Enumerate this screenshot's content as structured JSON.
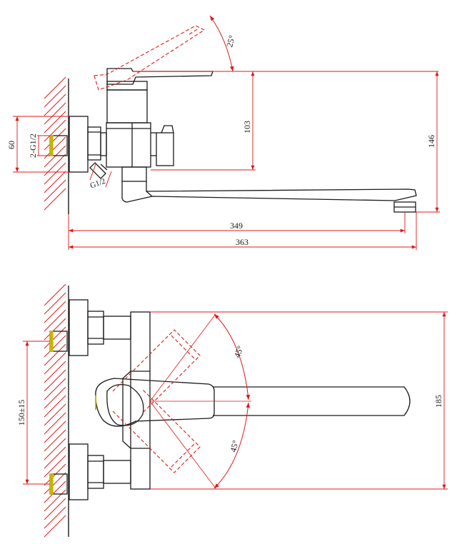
{
  "colors": {
    "outline": "#1a1a1a",
    "dimension": "#e01818",
    "hatch": "#e01818",
    "thread": "#c8b400"
  },
  "side_view": {
    "handle_angle": "25°",
    "height_upper": "103",
    "height_total": "146",
    "wall_flange": "60",
    "inlet_thread": "2-G1/2",
    "outlet_thread": "G1/2",
    "reach_inner": "349",
    "reach_total": "363"
  },
  "top_view": {
    "angle_upper": "45°",
    "angle_lower": "45°",
    "inlet_spacing": "150±15",
    "body_width": "185"
  }
}
